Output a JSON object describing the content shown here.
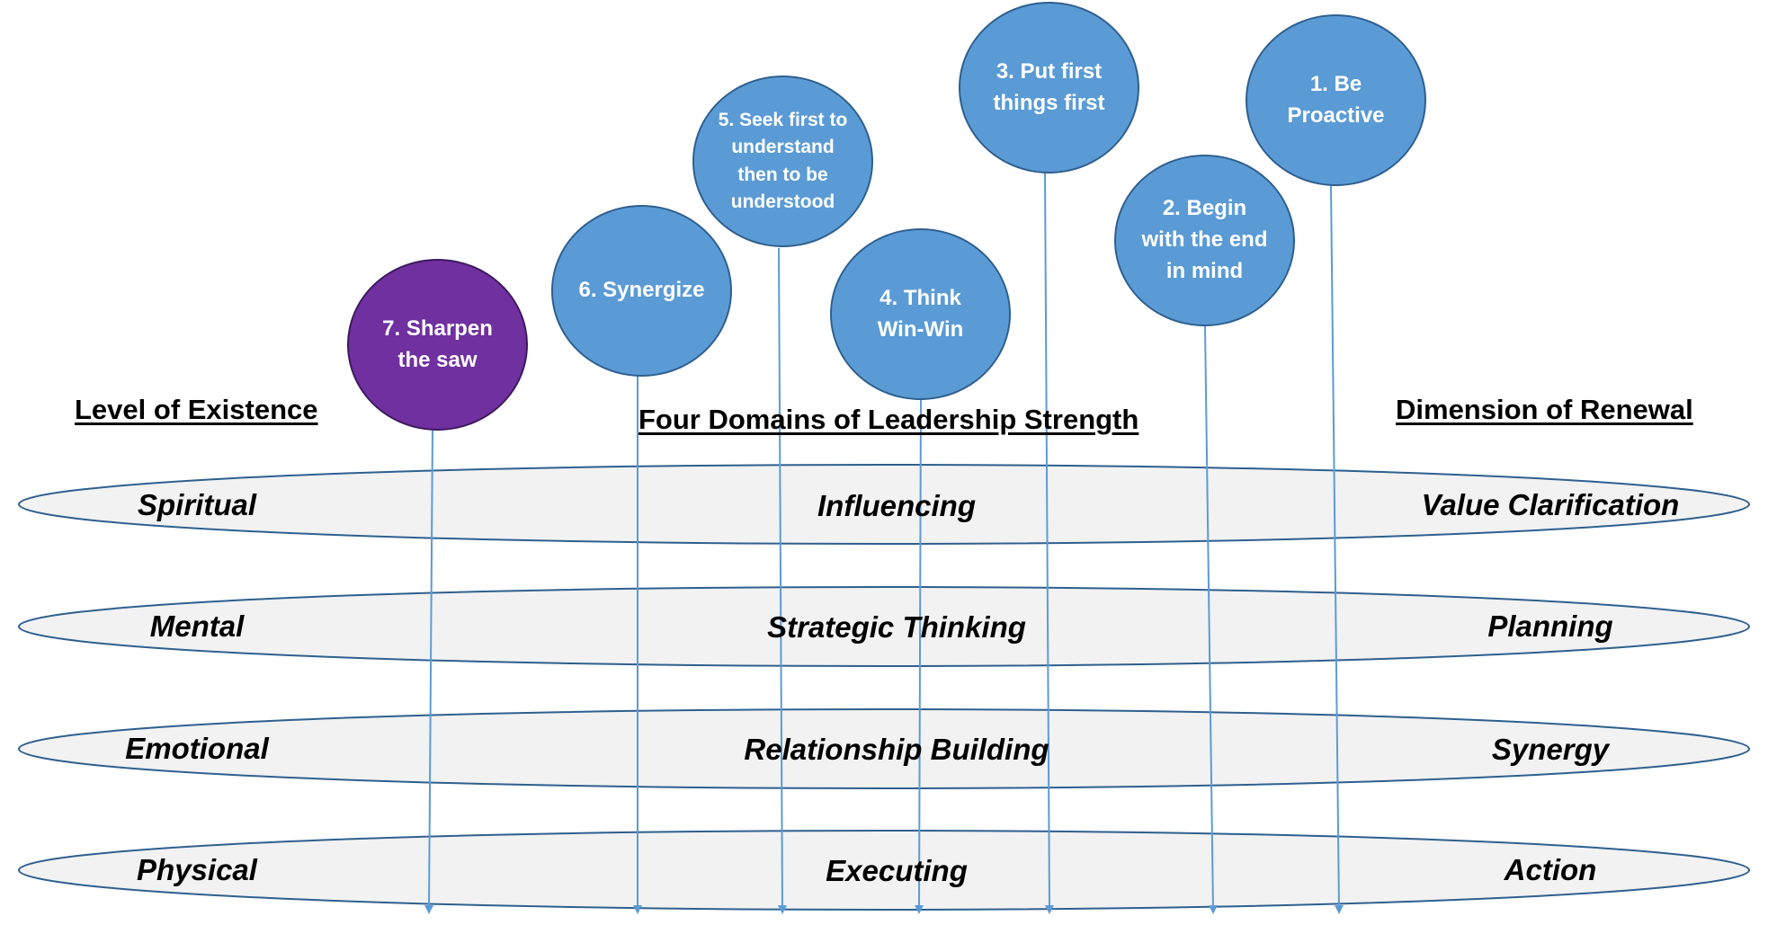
{
  "headers": {
    "left": "Level of Existence",
    "center": "Four Domains of Leadership Strength",
    "right": "Dimension of Renewal"
  },
  "rows": [
    {
      "level": "Spiritual",
      "domain": "Influencing",
      "renewal": "Value Clarification"
    },
    {
      "level": "Mental",
      "domain": "Strategic Thinking",
      "renewal": "Planning"
    },
    {
      "level": "Emotional",
      "domain": "Relationship Building",
      "renewal": "Synergy"
    },
    {
      "level": "Physical",
      "domain": "Executing",
      "renewal": "Action"
    }
  ],
  "habits": [
    {
      "label": "1. Be Proactive"
    },
    {
      "label": "2. Begin with the end in mind"
    },
    {
      "label": "3. Put first things first"
    },
    {
      "label": "4. Think Win-Win"
    },
    {
      "label": "5. Seek first to understand then to be understood"
    },
    {
      "label": "6. Synergize"
    },
    {
      "label": "7. Sharpen the saw"
    }
  ],
  "colors": {
    "habit_fill": "#5b9bd5",
    "habit_highlight_fill": "#7030a0",
    "band_fill": "#f2f2f2",
    "band_stroke": "#2e5f8f",
    "arrow": "#5b9bd5"
  }
}
